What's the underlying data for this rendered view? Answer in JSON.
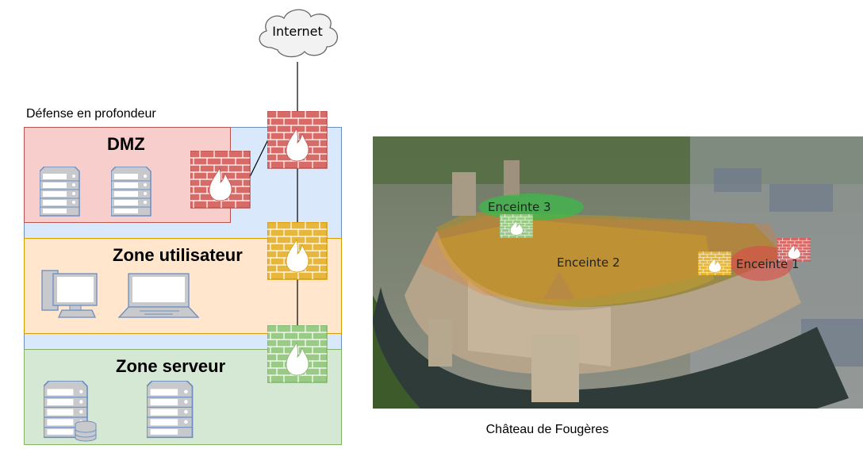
{
  "diagram": {
    "cloud_label": "Internet",
    "title": "Défense en profondeur",
    "zones": [
      {
        "label": "DMZ",
        "fill": "#f8cecc",
        "stroke": "#b85450"
      },
      {
        "label": "Zone utilisateur",
        "fill": "#ffe6cc",
        "stroke": "#d79b00"
      },
      {
        "label": "Zone serveur",
        "fill": "#d5e8d4",
        "stroke": "#82b366"
      }
    ],
    "outer_fill": "#dae8fc",
    "outer_stroke": "#6c8ebf"
  },
  "photo": {
    "caption": "Château de Fougères",
    "labels": [
      "Enceinte 3",
      "Enceinte 2",
      "Enceinte 1"
    ]
  }
}
